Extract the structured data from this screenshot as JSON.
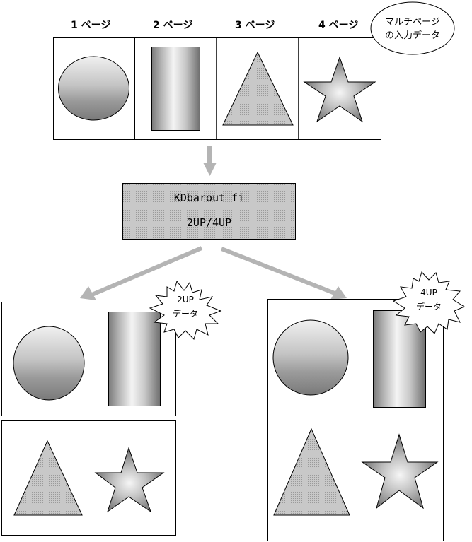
{
  "input": {
    "page_labels": [
      "1 ページ",
      "2 ページ",
      "3 ページ",
      "4 ページ"
    ],
    "callout_line1": "マルチページ",
    "callout_line2": "の入力データ",
    "shapes": [
      "sphere",
      "cylinder",
      "triangle",
      "star"
    ]
  },
  "process": {
    "line1": "KDbarout_fi",
    "line2": "2UP/4UP"
  },
  "output_2up": {
    "badge_line1": "2UP",
    "badge_line2": "データ"
  },
  "output_4up": {
    "badge_line1": "4UP",
    "badge_line2": "データ"
  },
  "colors": {
    "arrow": "#b4b4b4",
    "process_fill": "#c0c0c0",
    "outline": "#000000"
  }
}
